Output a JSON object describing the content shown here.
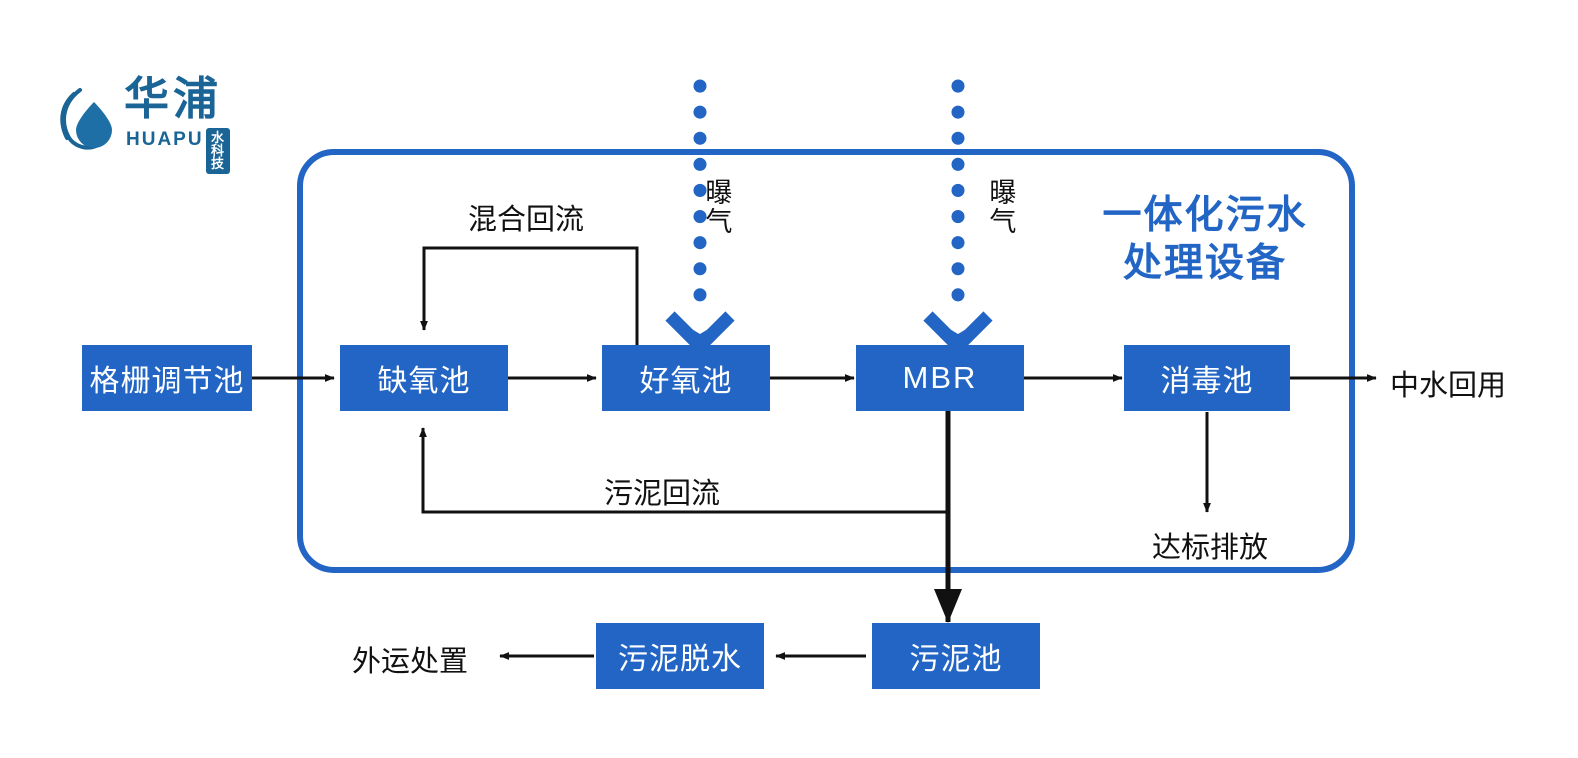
{
  "logo": {
    "wordmark": "华浦",
    "latin": "HUAPU",
    "tagline": "水科技",
    "brand_color": "#1a6496"
  },
  "colors": {
    "box_fill": "#2265c4",
    "box_text": "#ffffff",
    "container_stroke": "#2265c4",
    "arrow": "#111111",
    "aeration": "#2265c4",
    "heading": "#2265c4"
  },
  "container": {
    "heading_line1": "一体化污水",
    "heading_line2": "处理设备"
  },
  "nodes": [
    {
      "id": "grit",
      "label": "格栅调节池"
    },
    {
      "id": "anoxic",
      "label": "缺氧池"
    },
    {
      "id": "aerobic",
      "label": "好氧池"
    },
    {
      "id": "mbr",
      "label": "MBR"
    },
    {
      "id": "disinfect",
      "label": "消毒池"
    },
    {
      "id": "sludge_tank",
      "label": "污泥池"
    },
    {
      "id": "sludge_dewater",
      "label": "污泥脱水"
    }
  ],
  "labels": {
    "mixed_return": "混合回流",
    "sludge_return": "污泥回流",
    "aeration_1": "曝气",
    "aeration_2": "曝气",
    "reuse": "中水回用",
    "discharge": "达标排放",
    "offsite": "外运处置"
  },
  "chart_data": {
    "type": "diagram",
    "title": "一体化污水处理设备工艺流程图",
    "flow": [
      {
        "from": "格栅调节池",
        "to": "缺氧池",
        "style": "solid-arrow"
      },
      {
        "from": "缺氧池",
        "to": "好氧池",
        "style": "solid-arrow"
      },
      {
        "from": "好氧池",
        "to": "MBR",
        "style": "solid-arrow"
      },
      {
        "from": "MBR",
        "to": "消毒池",
        "style": "solid-arrow"
      },
      {
        "from": "消毒池",
        "to": "中水回用",
        "style": "solid-arrow"
      },
      {
        "from": "消毒池",
        "to": "达标排放",
        "style": "solid-arrow"
      },
      {
        "from": "MBR",
        "to": "污泥池",
        "style": "thick-arrow"
      },
      {
        "from": "污泥池",
        "to": "污泥脱水",
        "style": "solid-arrow"
      },
      {
        "from": "污泥脱水",
        "to": "外运处置",
        "style": "solid-arrow"
      },
      {
        "from": "好氧池",
        "to": "缺氧池",
        "style": "return",
        "label": "混合回流"
      },
      {
        "from": "MBR",
        "to": "缺氧池",
        "style": "return",
        "label": "污泥回流"
      },
      {
        "from": "曝气",
        "to": "好氧池",
        "style": "dotted-arrow"
      },
      {
        "from": "曝气",
        "to": "MBR",
        "style": "dotted-arrow"
      }
    ]
  }
}
